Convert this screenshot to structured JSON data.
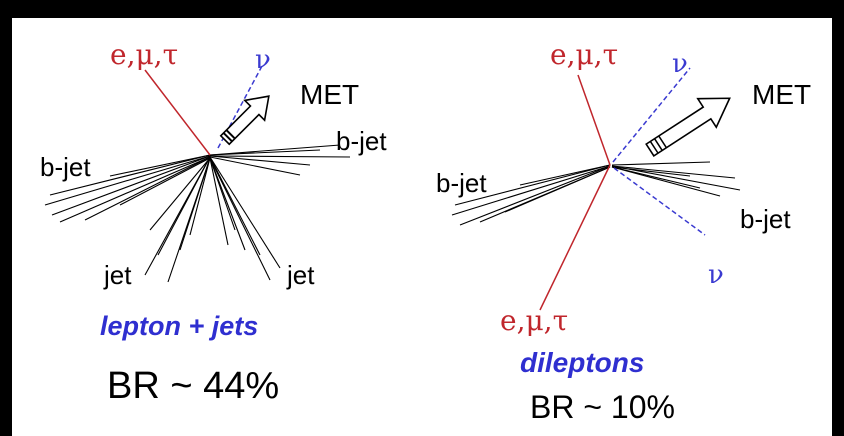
{
  "diagrams": [
    {
      "id": "lepton-jets",
      "lepton_label": "e,μ,τ",
      "neutrino_label": "ν",
      "met_label": "MET",
      "bjet_left_label": "b-jet",
      "bjet_right_label": "b-jet",
      "jet_left_label": "jet",
      "jet_right_label": "jet",
      "title": "lepton + jets",
      "branching_ratio": "BR ~ 44%"
    },
    {
      "id": "dileptons",
      "lepton_top_label": "e,μ,τ",
      "neutrino_top_label": "ν",
      "met_label": "MET",
      "bjet_left_label": "b-jet",
      "bjet_right_label": "b-jet",
      "neutrino_bottom_label": "ν",
      "lepton_bottom_label": "e,μ,τ",
      "title": "dileptons",
      "branching_ratio": "BR ~ 10%"
    }
  ],
  "colors": {
    "background_frame": "#000000",
    "panel": "#ffffff",
    "lepton": "#c0262c",
    "neutrino": "#3a3ad0",
    "title": "#2f2fd0"
  }
}
